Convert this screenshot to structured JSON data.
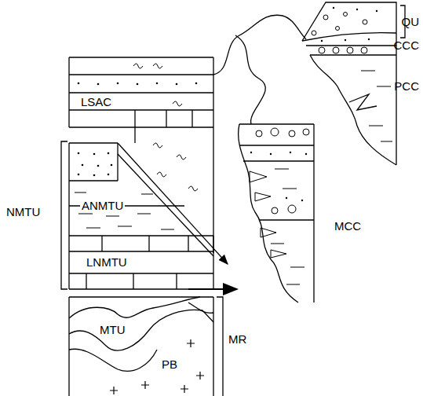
{
  "diagram": {
    "labels": [
      "QU",
      "CCC",
      "PCC",
      "LSAC",
      "NMTU",
      "ANMTU",
      "MCC",
      "LNMTU",
      "MTU",
      "PB",
      "MR"
    ]
  }
}
